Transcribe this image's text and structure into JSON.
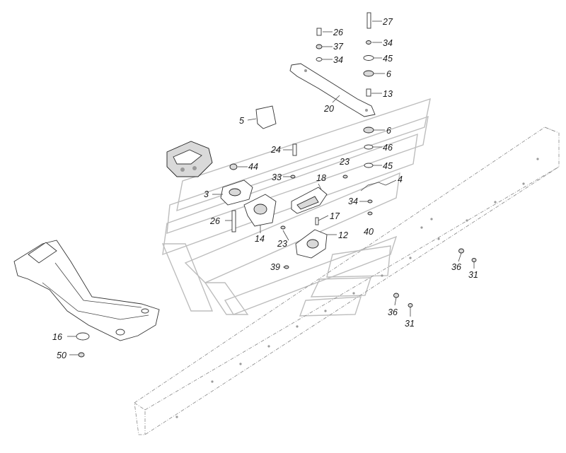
{
  "diagram": {
    "callouts": [
      {
        "id": "c26a",
        "label": "26"
      },
      {
        "id": "c27",
        "label": "27"
      },
      {
        "id": "c37",
        "label": "37"
      },
      {
        "id": "c34a",
        "label": "34"
      },
      {
        "id": "c34b",
        "label": "34"
      },
      {
        "id": "c45a",
        "label": "45"
      },
      {
        "id": "c6a",
        "label": "6"
      },
      {
        "id": "c13",
        "label": "13"
      },
      {
        "id": "c20",
        "label": "20"
      },
      {
        "id": "c5",
        "label": "5"
      },
      {
        "id": "c6b",
        "label": "6"
      },
      {
        "id": "c46",
        "label": "46"
      },
      {
        "id": "c24",
        "label": "24"
      },
      {
        "id": "c23a",
        "label": "23"
      },
      {
        "id": "c45b",
        "label": "45"
      },
      {
        "id": "c44",
        "label": "44"
      },
      {
        "id": "c33",
        "label": "33"
      },
      {
        "id": "c18",
        "label": "18"
      },
      {
        "id": "c4",
        "label": "4"
      },
      {
        "id": "c3",
        "label": "3"
      },
      {
        "id": "c34c",
        "label": "34"
      },
      {
        "id": "c17",
        "label": "17"
      },
      {
        "id": "c26b",
        "label": "26"
      },
      {
        "id": "c14",
        "label": "14"
      },
      {
        "id": "c12",
        "label": "12"
      },
      {
        "id": "c40",
        "label": "40"
      },
      {
        "id": "c23b",
        "label": "23"
      },
      {
        "id": "c39",
        "label": "39"
      },
      {
        "id": "c36a",
        "label": "36"
      },
      {
        "id": "c31a",
        "label": "31"
      },
      {
        "id": "c36b",
        "label": "36"
      },
      {
        "id": "c31b",
        "label": "31"
      },
      {
        "id": "c16",
        "label": "16"
      },
      {
        "id": "c50",
        "label": "50"
      }
    ]
  }
}
